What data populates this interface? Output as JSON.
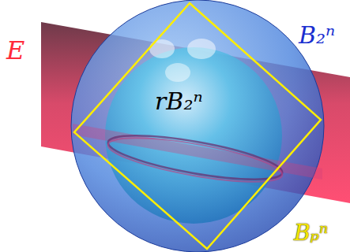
{
  "diagram": {
    "labels": [
      "E",
      "B₂ⁿ",
      "rB₂ⁿ",
      "Bₚⁿ"
    ]
  }
}
